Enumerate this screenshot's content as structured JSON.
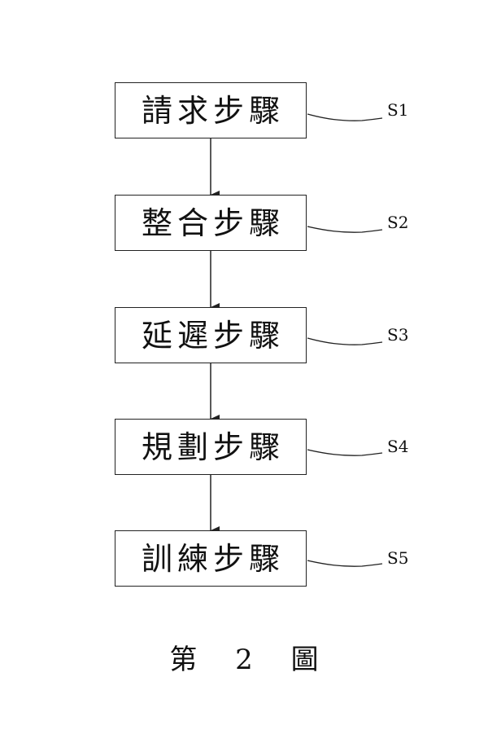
{
  "steps": [
    {
      "label": "請求步驟",
      "ref": "S1"
    },
    {
      "label": "整合步驟",
      "ref": "S2"
    },
    {
      "label": "延遲步驟",
      "ref": "S3"
    },
    {
      "label": "規劃步驟",
      "ref": "S4"
    },
    {
      "label": "訓練步驟",
      "ref": "S5"
    }
  ],
  "caption": "第 2 圖"
}
